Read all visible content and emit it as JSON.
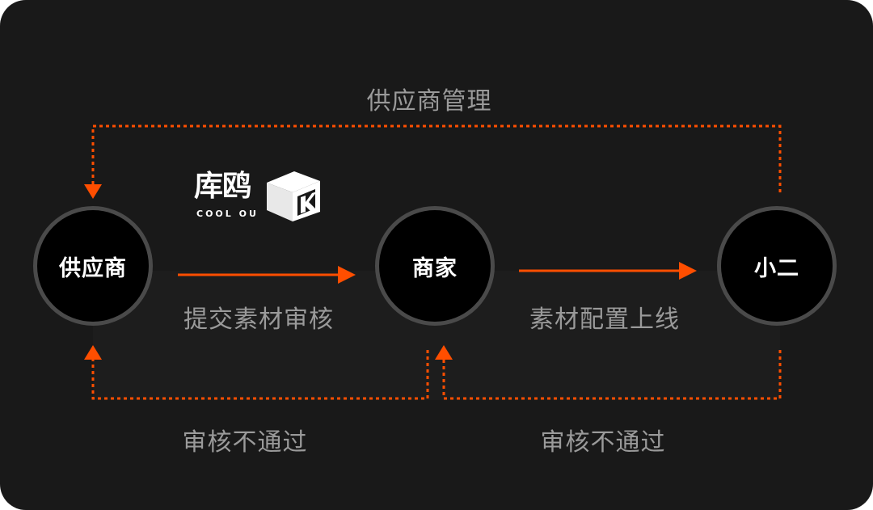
{
  "nodes": {
    "supplier": "供应商",
    "merchant": "商家",
    "operator": "小二"
  },
  "labels": {
    "supplier_management": "供应商管理",
    "submit_review": "提交素材审核",
    "config_online": "素材配置上线",
    "reject_left": "审核不通过",
    "reject_right": "审核不通过"
  },
  "logo": {
    "cn": "库鸥",
    "en": "COOL OU"
  },
  "colors": {
    "background": "#191919",
    "accent": "#ff4e00",
    "node_fill": "#000000",
    "node_ring": "#4a4a4a",
    "label_text": "#9a9a9a"
  }
}
